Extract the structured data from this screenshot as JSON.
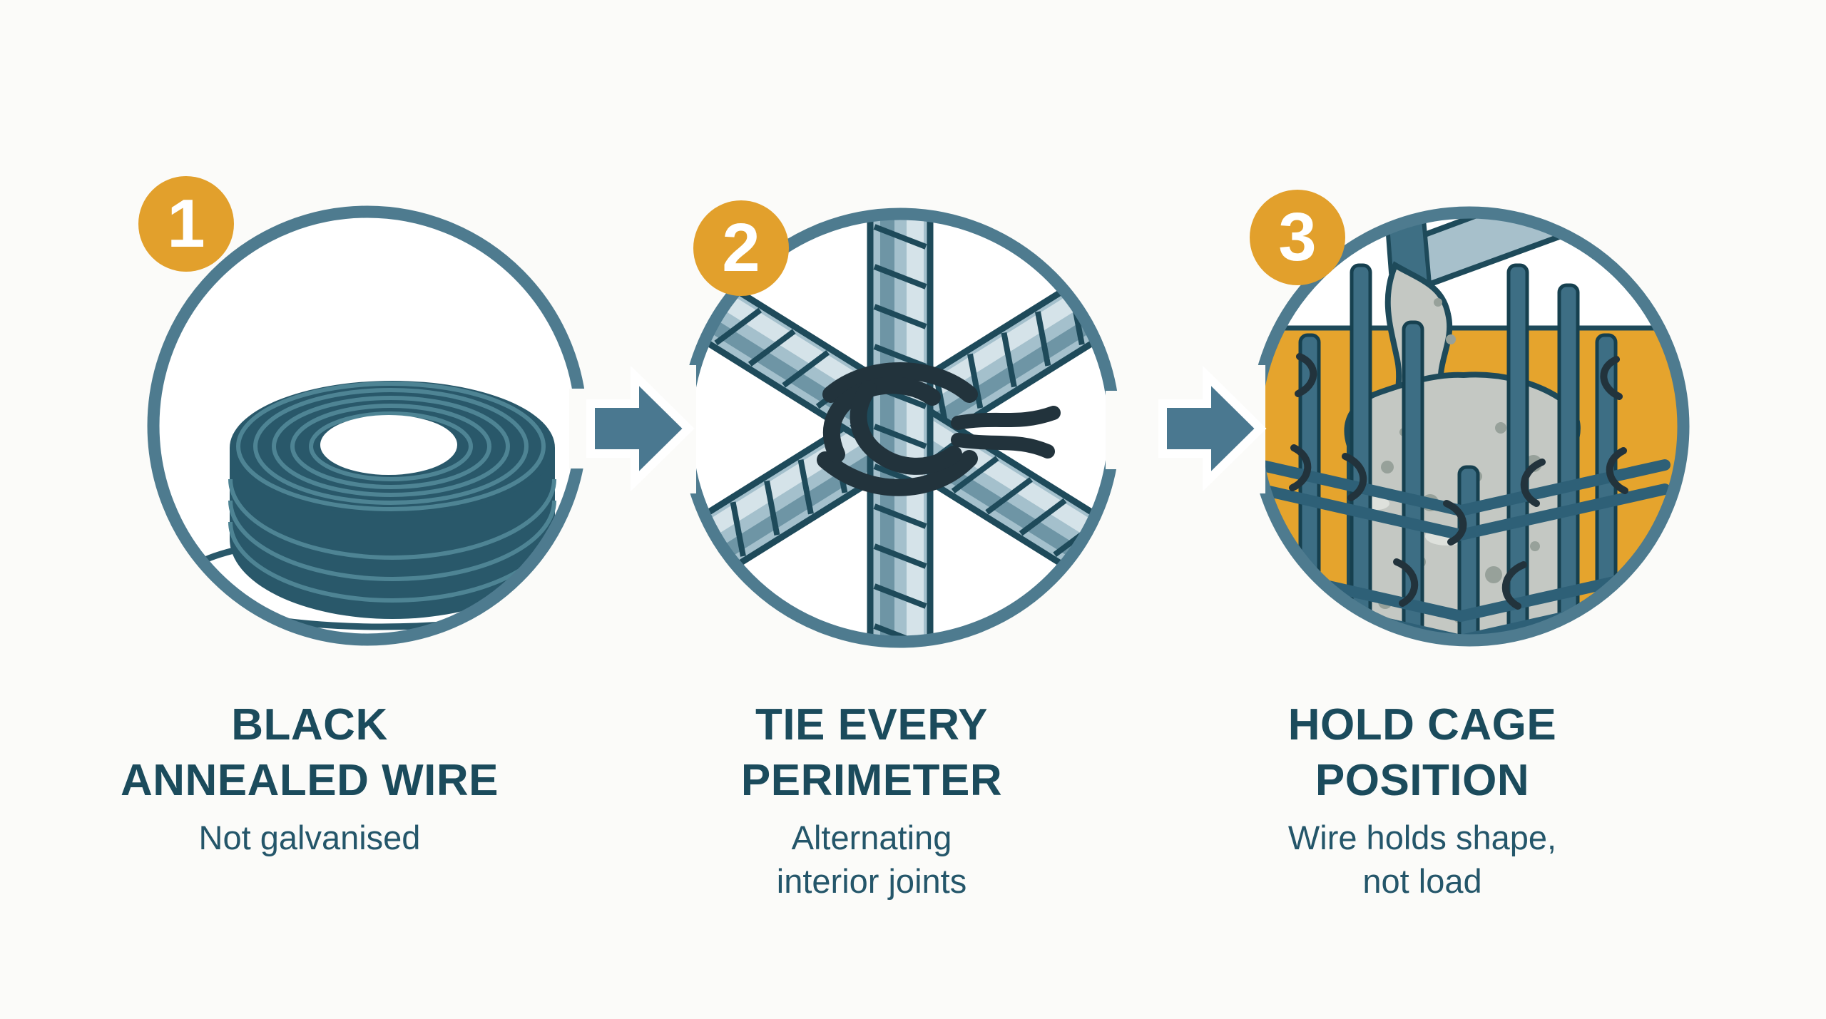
{
  "colors": {
    "page_bg": "#FBFBF9",
    "circle_stroke": "#4E7B8F",
    "arrow": "#4A7890",
    "badge_bg": "#E2A02C",
    "badge_text": "#FFFFFF",
    "title_color": "#1B4B5C",
    "subtitle_color": "#24566A",
    "coil_dark": "#29586A",
    "coil_strand": "#4E8494",
    "rebar_fill": "#A4C0CC",
    "rebar_light": "#D5E3E9",
    "rebar_shadow": "#6E95A5",
    "rebar_outline": "#1E4A5A",
    "tie_wire": "#22333C",
    "concrete": "#C4C8C3",
    "concrete_speckle": "#97A19A",
    "concrete_light": "#DEE1DC",
    "pour_orange": "#E5A42D",
    "cage_bar": "#3D6E84",
    "cage_bar_outline": "#16404F",
    "cage_rail": "#2E6077",
    "chute_fill": "#A7C0CB",
    "chute_cap": "#3E6F84"
  },
  "steps": [
    {
      "number": "1",
      "title": "BLACK\nANNEALED WIRE",
      "subtitle": "Not galvanised",
      "illustration": "wire-coil-icon"
    },
    {
      "number": "2",
      "title": "TIE EVERY\nPERIMETER",
      "subtitle": "Alternating\ninterior joints",
      "illustration": "rebar-tie-joint-icon"
    },
    {
      "number": "3",
      "title": "HOLD CAGE\nPOSITION",
      "subtitle": "Wire holds shape,\nnot load",
      "illustration": "concrete-pour-cage-icon"
    }
  ]
}
